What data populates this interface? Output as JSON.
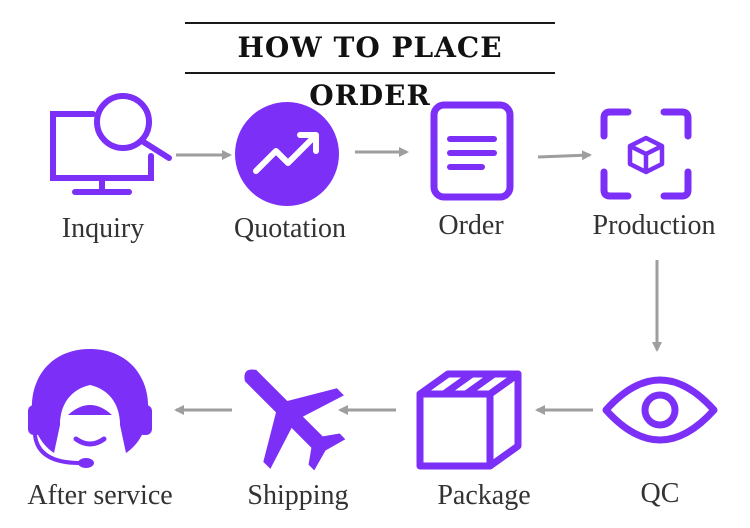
{
  "title": "HOW TO PLACE ORDER",
  "colors": {
    "accent": "#7b2ff7",
    "arrow": "#9e9e9e",
    "text": "#333333"
  },
  "steps": [
    {
      "label": "Inquiry",
      "icon": "monitor-search-icon"
    },
    {
      "label": "Quotation",
      "icon": "trending-up-icon"
    },
    {
      "label": "Order",
      "icon": "document-icon"
    },
    {
      "label": "Production",
      "icon": "cube-frame-icon"
    },
    {
      "label": "QC",
      "icon": "eye-icon"
    },
    {
      "label": "Package",
      "icon": "box-icon"
    },
    {
      "label": "Shipping",
      "icon": "airplane-icon"
    },
    {
      "label": "After service",
      "icon": "headset-agent-icon"
    }
  ]
}
